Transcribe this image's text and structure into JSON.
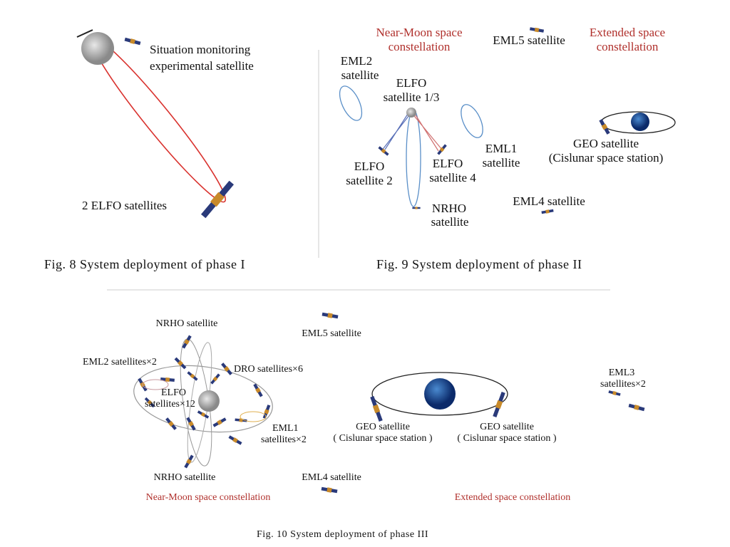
{
  "fig8": {
    "caption": "Fig. 8   System deployment of phase I",
    "label_monitor_1": "Situation monitoring",
    "label_monitor_2": "experimental satellite",
    "label_elfo": "2 ELFO satellites"
  },
  "fig9": {
    "caption": "Fig. 9   System deployment of phase II",
    "near_moon_1": "Near-Moon space",
    "near_moon_2": "constellation",
    "extended_1": "Extended space",
    "extended_2": "constellation",
    "eml5": "EML5 satellite",
    "eml2_1": "EML2",
    "eml2_2": "satellite",
    "elfo13_1": "ELFO",
    "elfo13_2": "satellite 1/3",
    "elfo2_1": "ELFO",
    "elfo2_2": "satellite 2",
    "elfo4_1": "ELFO",
    "elfo4_2": "satellite 4",
    "eml1_1": "EML1",
    "eml1_2": "satellite",
    "geo_1": "GEO satellite",
    "geo_2": "(Cislunar space station)",
    "nrho_1": "NRHO",
    "nrho_2": "satellite",
    "eml4": "EML4 satellite"
  },
  "fig10": {
    "caption": "Fig. 10   System deployment of phase III",
    "nrho_top": "NRHO satellite",
    "nrho_bottom": "NRHO satellite",
    "eml2": "EML2 satellites×2",
    "dro": "DRO satellites×6",
    "elfo_1": "ELFO",
    "elfo_2": "satellites×12",
    "eml1_1": "EML1",
    "eml1_2": "satellites×2",
    "eml5": "EML5 satellite",
    "eml4": "EML4 satellite",
    "geo_left_1": "GEO satellite",
    "geo_left_2": "( Cislunar space station )",
    "geo_right_1": "GEO satellite",
    "geo_right_2": "( Cislunar space station )",
    "eml3_1": "EML3",
    "eml3_2": "satellites×2",
    "near_moon": "Near-Moon space constellation",
    "extended": "Extended space constellation"
  },
  "colors": {
    "accent_red": "#b0302c",
    "orbit_red": "#d9322e",
    "orbit_blue": "#5a8fc8",
    "panel_navy": "#2a3a7a"
  }
}
